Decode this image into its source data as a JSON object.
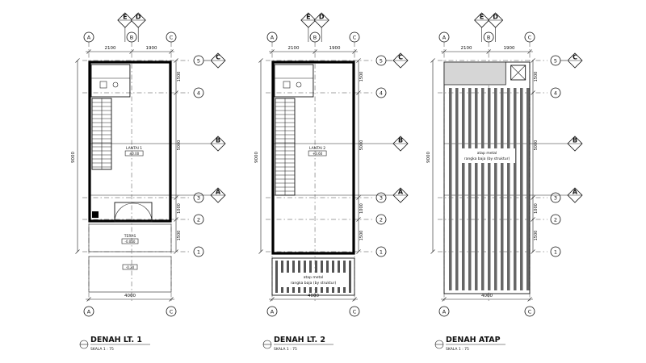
{
  "plans": [
    {
      "id": "lt1",
      "title": "DENAH LT. 1",
      "scale": "SKALA 1 : 75",
      "room_label": "LANTAI 1",
      "room_elev": "±0.00",
      "terrace_label": "TERAS",
      "terrace_elev": "-0.050",
      "front_elev": "-0.20"
    },
    {
      "id": "lt2",
      "title": "DENAH LT. 2",
      "scale": "SKALA 1 : 75",
      "room_label": "LANTAI 2",
      "room_elev": "+3.60",
      "note_line1": "atap metal",
      "note_line2": "rangka baja (by struktur)"
    },
    {
      "id": "atap",
      "title": "DENAH ATAP",
      "scale": "SKALA 1 : 75",
      "note_line1": "atap metal",
      "note_line2": "rangka baja (by struktur)"
    }
  ],
  "grid_labels": {
    "columns": [
      "A",
      "B",
      "C"
    ],
    "rows": [
      "1",
      "2",
      "3",
      "4",
      "5"
    ],
    "diamonds_top": [
      "E",
      "D"
    ],
    "diamonds_side": [
      "C",
      "B",
      "A"
    ]
  },
  "dimensions": {
    "top_left": "2100",
    "top_right": "1900",
    "bottom": "4000",
    "overall_height": "9000",
    "side": [
      "1500",
      "5000",
      "1000",
      "1500"
    ]
  }
}
